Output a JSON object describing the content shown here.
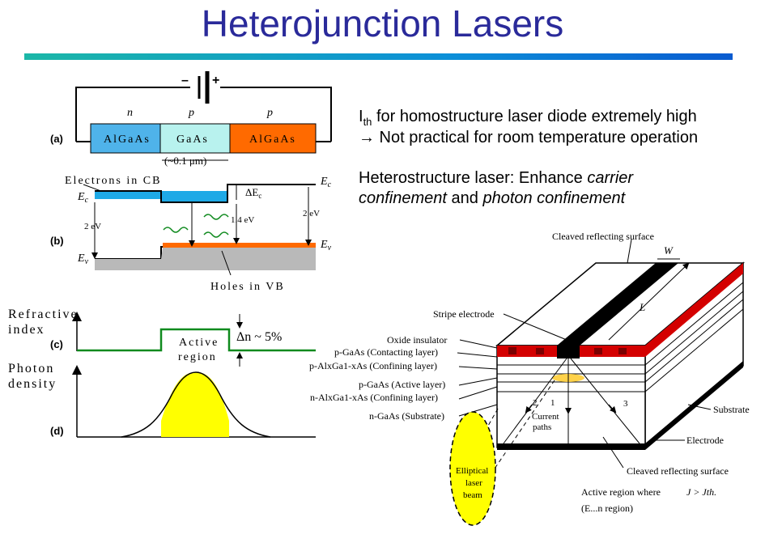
{
  "title": "Heterojunction Lasers",
  "bullets": {
    "line1_main": "I",
    "line1_sub": "th",
    "line1_rest": " for homostructure laser diode extremely high",
    "line2": "→ Not practical for room temperature operation",
    "line3_a": "Heterostructure laser: Enhance ",
    "line3_em": "carrier",
    "line4_em1": "confinement",
    "line4_mid": " and ",
    "line4_em2": "photon confinement"
  },
  "left": {
    "label_a": "(a)",
    "label_b": "(b)",
    "label_c": "(c)",
    "label_d": "(d)",
    "n": "n",
    "p1": "p",
    "p2": "p",
    "region1": "AlGaAs",
    "region2": "GaAs",
    "region3": "AlGaAs",
    "width": "(~0.1 μm)",
    "electrons": "Electrons in CB",
    "holes": "Holes in VB",
    "ec": "E",
    "ec_sub": "c",
    "ev": "E",
    "ev_sub": "v",
    "delta_ec": "ΔE",
    "delta_ec_sub": "c",
    "ev2": "2 eV",
    "ev14": "1.4 eV",
    "refractive": "Refractive",
    "index": "index",
    "active": "Active",
    "region": "region",
    "delta_n": "Δn ~ 5%",
    "photon": "Photon",
    "density": "density"
  },
  "right": {
    "cleaved_top": "Cleaved reflecting surface",
    "w": "W",
    "l": "L",
    "stripe": "Stripe electrode",
    "oxide": "Oxide insulator",
    "layer1": "p-GaAs (Contacting layer)",
    "layer2": "p-AlxGa1-xAs (Confining layer)",
    "layer3": "p-GaAs (Active layer)",
    "layer4": "n-AlxGa1-xAs (Confining layer)",
    "layer5": "n-GaAs (Substrate)",
    "substrate": "Substrate",
    "electrode": "Electrode",
    "current": "Current",
    "paths": "paths",
    "n1": "1",
    "n2": "2",
    "n3": "3",
    "elliptical1": "Elliptical",
    "elliptical2": "laser",
    "elliptical3": "beam",
    "cleaved_bottom": "Cleaved reflecting surface",
    "active_where": "Active region where",
    "j_cond": "J > Jth.",
    "em_region": "(E...n region)"
  },
  "colors": {
    "title": "#2a2a9a",
    "algaas_left": "#4fb3ea",
    "gaas": "#b8f2ee",
    "algaas_right": "#ff6a00",
    "green": "#0f8a1e",
    "yellow": "#ffff00",
    "red": "#d40000"
  }
}
